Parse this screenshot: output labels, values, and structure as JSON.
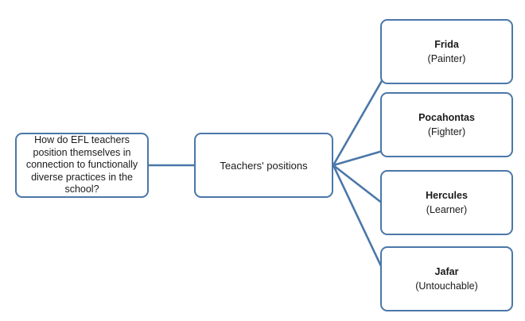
{
  "diagram": {
    "type": "flow-diagram",
    "accent_color": "#4B77A8",
    "background_color": "#FFFFFF",
    "text_color": "#1A1A1A",
    "question_node": {
      "label": "How do EFL teachers position themselves in connection to functionally diverse practices in the school?"
    },
    "center_node": {
      "label": "Teachers' positions"
    },
    "leaf_nodes": [
      {
        "name": "Frida",
        "role": "(Painter)"
      },
      {
        "name": "Pocahontas",
        "role": "(Fighter)"
      },
      {
        "name": "Hercules",
        "role": "(Learner)"
      },
      {
        "name": "Jafar",
        "role": "(Untouchable)"
      }
    ],
    "connectors": [
      {
        "from": "question_node",
        "to": "center_node",
        "style": "straight-horizontal"
      },
      {
        "from": "center_node",
        "to": "Frida",
        "style": "straight-diagonal"
      },
      {
        "from": "center_node",
        "to": "Pocahontas",
        "style": "straight-diagonal"
      },
      {
        "from": "center_node",
        "to": "Hercules",
        "style": "straight-diagonal"
      },
      {
        "from": "center_node",
        "to": "Jafar",
        "style": "straight-diagonal"
      }
    ]
  }
}
